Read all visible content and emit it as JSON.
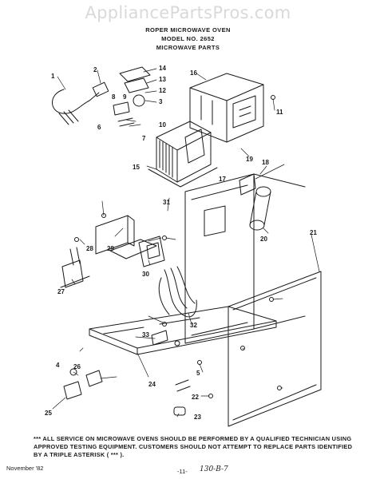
{
  "watermark": "AppliancePartsPros.com",
  "title": {
    "line1": "ROPER MICROWAVE OVEN",
    "line2": "MODEL NO. 2652",
    "line3": "MICROWAVE PARTS"
  },
  "callouts": [
    "1",
    "2",
    "3",
    "4",
    "5",
    "6",
    "7",
    "8",
    "9",
    "10",
    "11",
    "12",
    "13",
    "14",
    "15",
    "16",
    "17",
    "18",
    "19",
    "20",
    "21",
    "22",
    "23",
    "24",
    "25",
    "26",
    "27",
    "28",
    "29",
    "30",
    "31",
    "32",
    "33"
  ],
  "note": "*** ALL SERVICE ON MICROWAVE OVENS SHOULD BE PERFORMED BY A QUALIFIED TECHNICIAN USING APPROVED TESTING EQUIPMENT. CUSTOMERS SHOULD NOT ATTEMPT TO REPLACE PARTS IDENTIFIED BY A TRIPLE ASTERISK ( *** ).",
  "footer": {
    "date": "November '82",
    "page": "-11-",
    "handwritten": "130-B-7"
  }
}
